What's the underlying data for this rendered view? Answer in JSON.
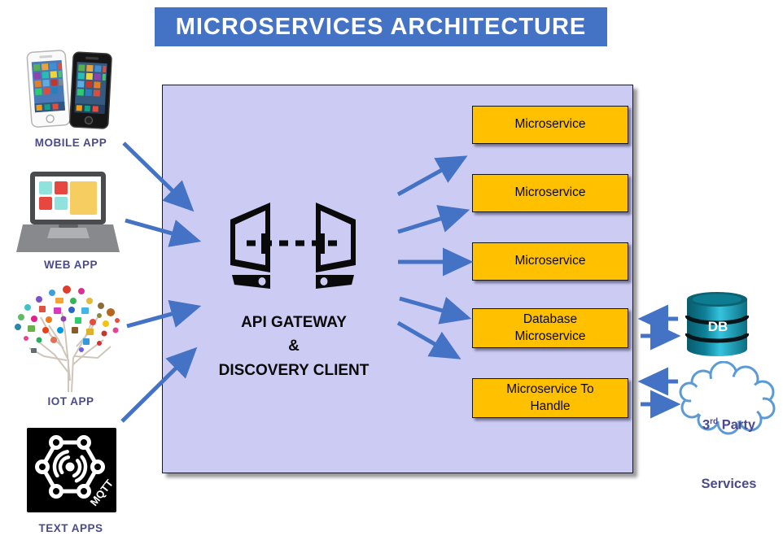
{
  "title": {
    "text": "MICROSERVICES ARCHITECTURE"
  },
  "clients": [
    {
      "label": "MOBILE APP",
      "icon": "smartphones-icon"
    },
    {
      "label": "WEB APP",
      "icon": "laptop-icon"
    },
    {
      "label": "IOT APP",
      "icon": "iot-tree-icon"
    },
    {
      "label": "TEXT APPS",
      "icon": "mqtt-hexagon-icon",
      "icon_text": "MQTT"
    }
  ],
  "gateway": {
    "icon": "gateway-open-doors-icon",
    "caption": {
      "line1": "API GATEWAY",
      "line2": "&",
      "line3": "DISCOVERY CLIENT"
    }
  },
  "services": [
    {
      "line1": "Microservice",
      "line2": ""
    },
    {
      "line1": "Microservice",
      "line2": ""
    },
    {
      "line1": "Microservice",
      "line2": ""
    },
    {
      "line1": "Database",
      "line2": "Microservice"
    },
    {
      "line1": "Microservice To",
      "line2": "Handle"
    }
  ],
  "external": {
    "db": {
      "label": "DB",
      "icon": "database-cylinder-icon"
    },
    "third_party": {
      "prefix": "3",
      "sup": "rd",
      "suffix": " Party",
      "line2": "Services",
      "icon": "cloud-icon"
    }
  },
  "colors": {
    "banner_bg": "#4472C4",
    "banner_fg": "#FFFFFF",
    "panel_bg": "#CBCBF3",
    "service_bg": "#FFC000",
    "arrow": "#4472C4",
    "label_fg": "#4A4A8C",
    "cloud_stroke": "#5B9BD5",
    "db_teal_dark": "#0A5A6B",
    "db_teal_light": "#35C3DE"
  }
}
